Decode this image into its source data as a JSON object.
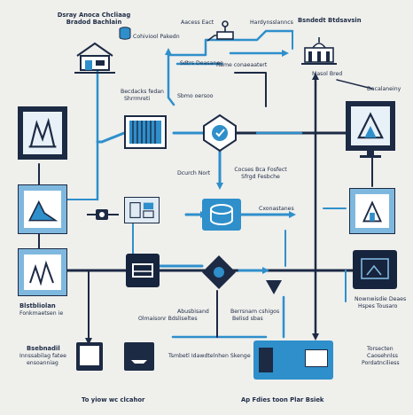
{
  "labels": {
    "title_left_1": "Dsray Anoca Chcliaag",
    "title_left_2": "Bradod Bachlain",
    "top_cylinder": "Cohiviool Pakedn",
    "top_access": "Aacess Eact",
    "top_hardware": "Hardynsslanncs",
    "top_right_title": "Bsndedt Btdsavsin",
    "feed_1": "Sdtrs Deasanen",
    "feed_2": "Rame conaeaatert",
    "mid_left_1": "Becdacks fedan",
    "mid_left_2": "Shrrmreti",
    "mid_center": "Sbmo oersoo",
    "right_top_1": "Masol Bred",
    "right_top_2": "Dacalaneiny",
    "server_label": "Dcurch Nort",
    "center_label_1": "Cocses Bca Fosfect",
    "center_label_2": "Sfrgd Fesbche",
    "center_label_3": "Cxonastanes",
    "left_mid_1": "Blstbliolan",
    "left_mid_2": "Fonkmaetsen ie",
    "center_bottom_1": "Abusbisand",
    "center_bottom_2": "Olmaisonr Bdsliseltes",
    "center_bottom_3": "Berrsnam cshigos",
    "center_bottom_4": "Belisd sbas",
    "right_bottom_1": "Nownwisdie Deaes",
    "right_bottom_2": "Hspes Tousaro",
    "bottom_left_1": "Bsebnadil",
    "bottom_left_2": "Innssabilag fatee",
    "bottom_left_3": "ensoanniag",
    "bottom_center": "Tsmbetl Idawdtelnhen Skenge",
    "bottom_right_1": "Torsecten",
    "bottom_right_2": "Caosehnlss",
    "bottom_right_3": "Pordatnciliess",
    "footer_left": "To yiow wc clcahor",
    "footer_right": "Ap Fdies toon Plar Bsiek"
  },
  "colors": {
    "background": "#efefec",
    "navy": "#1c2a44",
    "blue": "#2e8fcb",
    "light_blue": "#7fb8de"
  },
  "icons": [
    "warehouse-icon",
    "monitor-icon",
    "server-rack-icon",
    "database-icon",
    "shield-icon",
    "building-icon",
    "plug-icon",
    "network-icon",
    "storage-icon"
  ]
}
